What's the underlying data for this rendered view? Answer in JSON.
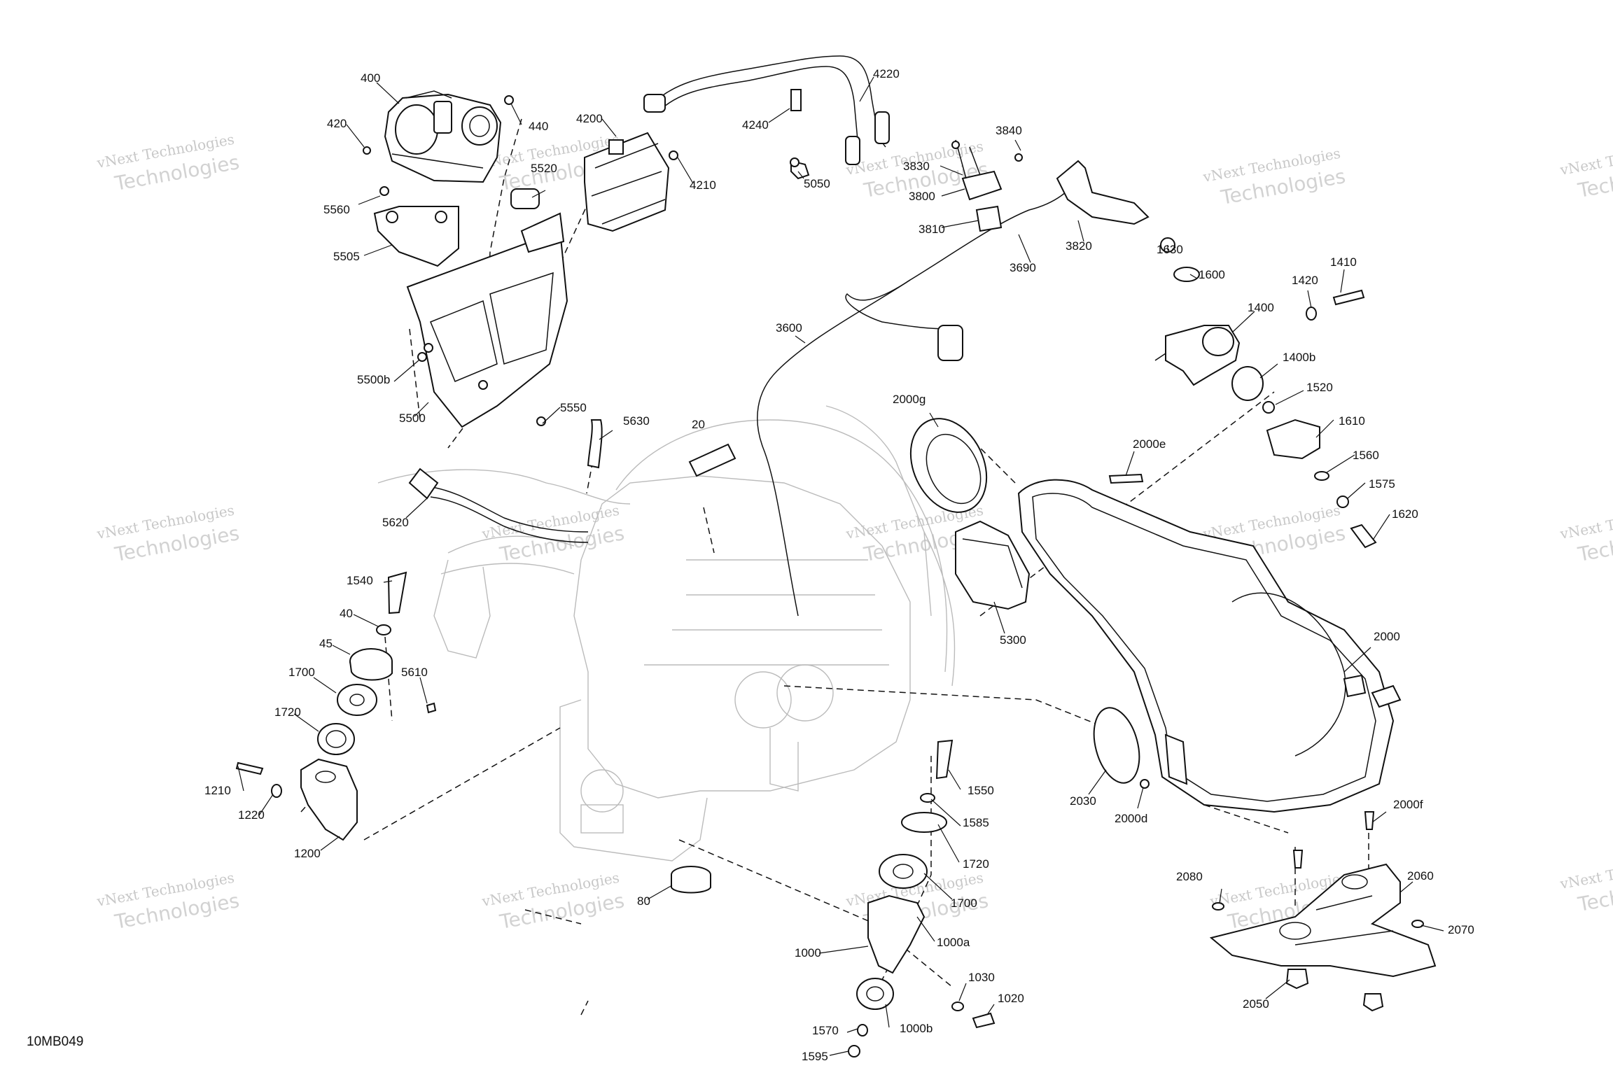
{
  "diagram_code": "10MB049",
  "watermark": {
    "line1": "vNext Technologies",
    "line2": "Technologies"
  },
  "callouts": [
    {
      "id": "400",
      "text": "400"
    },
    {
      "id": "420",
      "text": "420"
    },
    {
      "id": "440",
      "text": "440"
    },
    {
      "id": "4200",
      "text": "4200"
    },
    {
      "id": "4210",
      "text": "4210"
    },
    {
      "id": "4220",
      "text": "4220"
    },
    {
      "id": "4240",
      "text": "4240"
    },
    {
      "id": "5050",
      "text": "5050"
    },
    {
      "id": "5520",
      "text": "5520"
    },
    {
      "id": "5560",
      "text": "5560"
    },
    {
      "id": "5505",
      "text": "5505"
    },
    {
      "id": "5500b",
      "text": "5500b"
    },
    {
      "id": "5500",
      "text": "5500"
    },
    {
      "id": "5550",
      "text": "5550"
    },
    {
      "id": "5630",
      "text": "5630"
    },
    {
      "id": "5620",
      "text": "5620"
    },
    {
      "id": "20",
      "text": "20"
    },
    {
      "id": "3600",
      "text": "3600"
    },
    {
      "id": "3840",
      "text": "3840"
    },
    {
      "id": "3830",
      "text": "3830"
    },
    {
      "id": "3800",
      "text": "3800"
    },
    {
      "id": "3810",
      "text": "3810"
    },
    {
      "id": "3690",
      "text": "3690"
    },
    {
      "id": "3820",
      "text": "3820"
    },
    {
      "id": "1630",
      "text": "1630"
    },
    {
      "id": "1600",
      "text": "1600"
    },
    {
      "id": "1420",
      "text": "1420"
    },
    {
      "id": "1410",
      "text": "1410"
    },
    {
      "id": "1400",
      "text": "1400"
    },
    {
      "id": "1400b",
      "text": "1400b"
    },
    {
      "id": "1520",
      "text": "1520"
    },
    {
      "id": "1610",
      "text": "1610"
    },
    {
      "id": "1560",
      "text": "1560"
    },
    {
      "id": "1575",
      "text": "1575"
    },
    {
      "id": "1620",
      "text": "1620"
    },
    {
      "id": "2000g",
      "text": "2000g"
    },
    {
      "id": "2000e",
      "text": "2000e"
    },
    {
      "id": "5300",
      "text": "5300"
    },
    {
      "id": "2000",
      "text": "2000"
    },
    {
      "id": "2030",
      "text": "2030"
    },
    {
      "id": "2000d",
      "text": "2000d"
    },
    {
      "id": "2000f",
      "text": "2000f"
    },
    {
      "id": "2080",
      "text": "2080"
    },
    {
      "id": "2060",
      "text": "2060"
    },
    {
      "id": "2070",
      "text": "2070"
    },
    {
      "id": "2050",
      "text": "2050"
    },
    {
      "id": "1540",
      "text": "1540"
    },
    {
      "id": "40",
      "text": "40"
    },
    {
      "id": "45",
      "text": "45"
    },
    {
      "id": "5610",
      "text": "5610"
    },
    {
      "id": "1700a",
      "text": "1700"
    },
    {
      "id": "1720a",
      "text": "1720"
    },
    {
      "id": "1210",
      "text": "1210"
    },
    {
      "id": "1220",
      "text": "1220"
    },
    {
      "id": "1200",
      "text": "1200"
    },
    {
      "id": "80",
      "text": "80"
    },
    {
      "id": "1550",
      "text": "1550"
    },
    {
      "id": "1585",
      "text": "1585"
    },
    {
      "id": "1720b",
      "text": "1720"
    },
    {
      "id": "1700b",
      "text": "1700"
    },
    {
      "id": "1000a",
      "text": "1000a"
    },
    {
      "id": "1000",
      "text": "1000"
    },
    {
      "id": "1030",
      "text": "1030"
    },
    {
      "id": "1020",
      "text": "1020"
    },
    {
      "id": "1570",
      "text": "1570"
    },
    {
      "id": "1000b",
      "text": "1000b"
    },
    {
      "id": "1595",
      "text": "1595"
    }
  ]
}
